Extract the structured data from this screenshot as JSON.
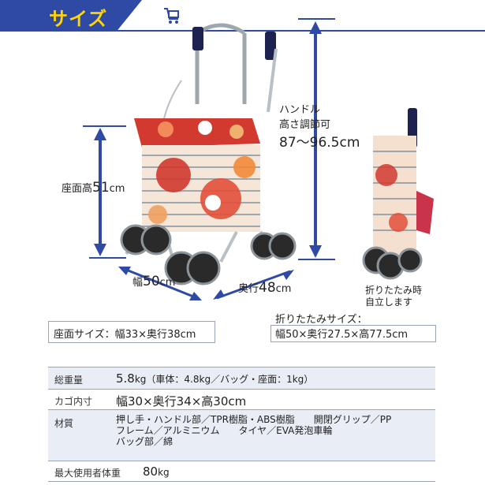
{
  "header": {
    "title": "サイズ",
    "icon": "shopping-cart-icon"
  },
  "dims": {
    "handle_label": "ハンドル",
    "handle_sub": "高さ調節可",
    "handle_value": "87～96.5cm",
    "seat_height_label": "座面高",
    "seat_height_value": "51",
    "seat_height_unit": "cm",
    "width_label": "幅",
    "width_value": "50",
    "width_unit": "cm",
    "depth_label": "奥行",
    "depth_value": "48",
    "depth_unit": "cm"
  },
  "folded": {
    "caption1": "折りたたみ時",
    "caption2": "自立します",
    "size_title": "折りたたみサイズ：",
    "size_value": "幅50×奥行27.5×高77.5cm"
  },
  "seat_size": "座面サイズ：幅33×奥行38cm",
  "specs": [
    {
      "label": "総重量",
      "value_main": "5.8",
      "value_rest": "kg（車体：4.8kg／バッグ・座面：1kg）"
    },
    {
      "label": "カゴ内寸",
      "value_main": "幅30×奥行34×高30cm",
      "value_rest": ""
    },
    {
      "label": "材質",
      "line1": "押し手・ハンドル部／TPR樹脂・ABS樹脂　　開閉グリップ／PP",
      "line2": "フレーム／アルミニウム　　タイヤ／EVA発泡車輪",
      "line3": "バッグ部／綿"
    },
    {
      "label": "最大使用者体重",
      "value_main": "80",
      "value_rest": "kg"
    }
  ],
  "colors": {
    "header_blue": "#2f4aa5",
    "header_yellow": "#ffd400",
    "arrow_blue": "#2f4aa5",
    "row_shade": "#e9edf5"
  }
}
